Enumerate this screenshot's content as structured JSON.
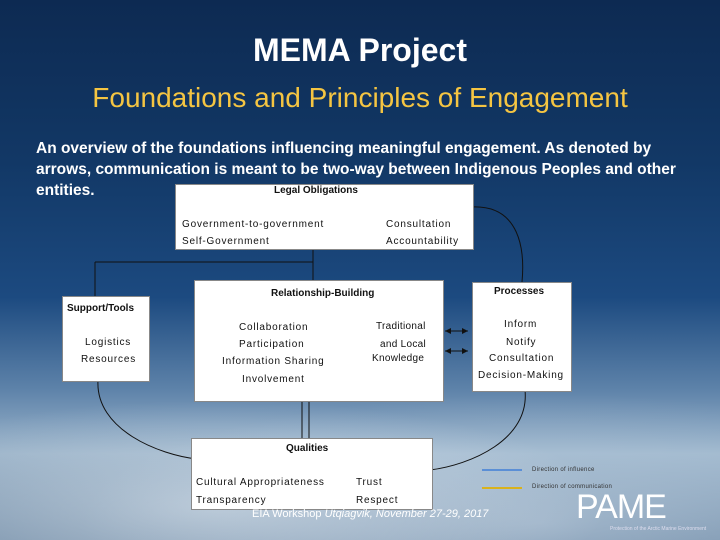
{
  "title": "MEMA Project",
  "subtitle": "Foundations and Principles of Engagement",
  "intro": "An overview of the foundations influencing meaningful engagement. As denoted by arrows, communication is meant to be two-way between Indigenous Peoples and other entities.",
  "legal": {
    "heading": "Legal Obligations",
    "items": [
      "Government-to-government",
      "Consultation",
      "Self-Government",
      "Accountability"
    ]
  },
  "support": {
    "heading": "Support/Tools",
    "items": [
      "Logistics",
      "Resources"
    ]
  },
  "relationship": {
    "heading": "Relationship-Building",
    "items": [
      "Collaboration",
      "Participation",
      "Information Sharing",
      "Involvement"
    ],
    "tk": [
      "Traditional",
      "and Local",
      "Knowledge"
    ]
  },
  "processes": {
    "heading": "Processes",
    "items": [
      "Inform",
      "Notify",
      "Consultation",
      "Decision-Making"
    ]
  },
  "qualities": {
    "heading": "Qualities",
    "items": [
      "Cultural Appropriateness",
      "Trust",
      "Transparency",
      "Respect"
    ]
  },
  "legend": {
    "influence": "Direction of influence",
    "communication": "Direction of communication",
    "influence_color": "#5b8fd6",
    "communication_color": "#d9b21c"
  },
  "footer": {
    "prefix": "EIA Workshop",
    "location": "Utqiagvik, November 27-29, 2017"
  },
  "logo": {
    "text": "PAME",
    "tagline": "Protection of the Arctic Marine Environment"
  }
}
